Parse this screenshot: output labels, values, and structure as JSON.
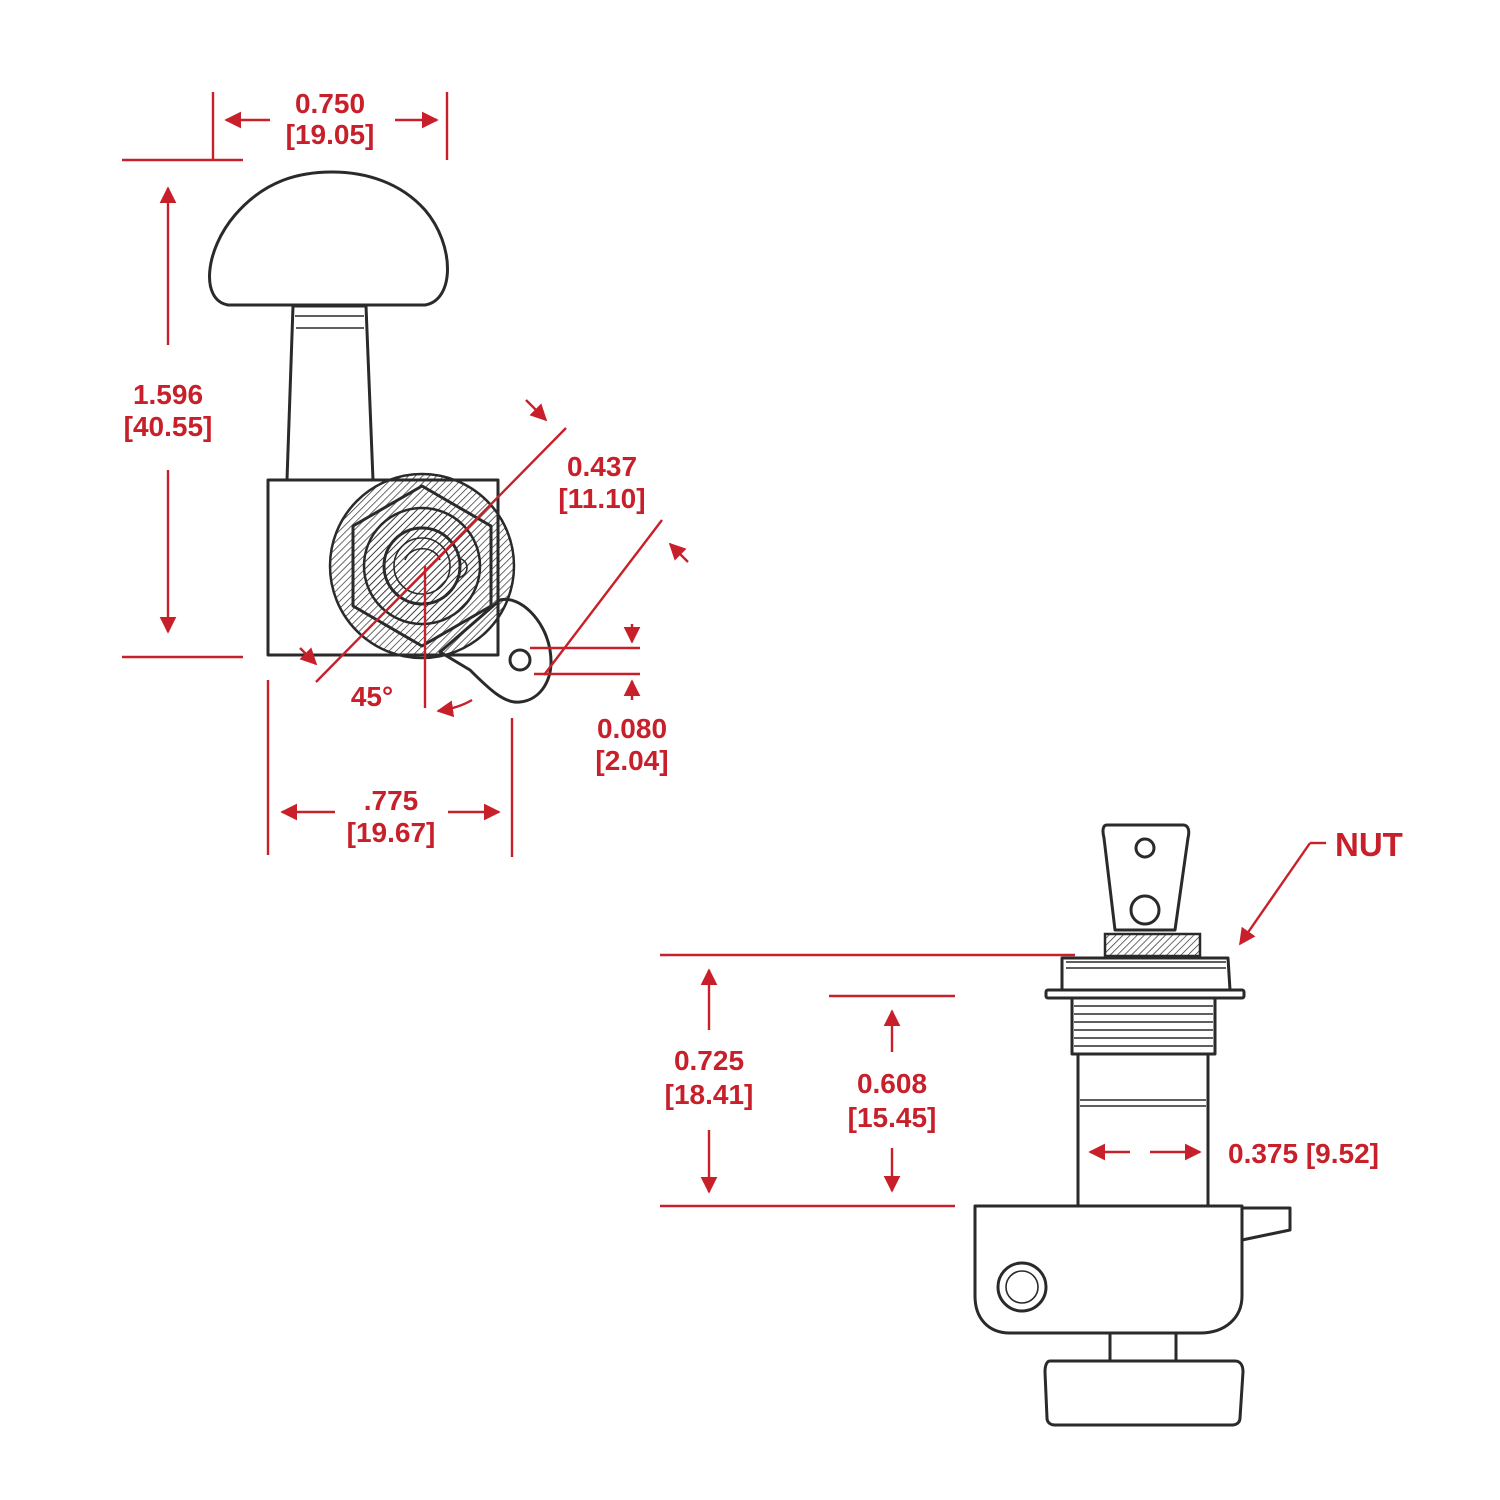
{
  "dims": {
    "top_width": {
      "value": "0.750",
      "metric": "[19.05]"
    },
    "height": {
      "value": "1.596",
      "metric": "[40.55]"
    },
    "diagonal": {
      "value": "0.437",
      "metric": "[11.10]"
    },
    "hole": {
      "value": "0.080",
      "metric": "[2.04]"
    },
    "bottom_width": {
      "value": ".775",
      "metric": "[19.67]"
    },
    "angle": {
      "value": "45°"
    },
    "post_outer": {
      "value": "0.725",
      "metric": "[18.41]"
    },
    "post_inner": {
      "value": "0.608",
      "metric": "[15.45]"
    },
    "post_width": {
      "value": "0.375 [9.52]"
    }
  },
  "callouts": {
    "nut": "NUT"
  },
  "colors": {
    "dimension": "#c8202a",
    "line": "#2a2a2a",
    "background": "#ffffff"
  }
}
